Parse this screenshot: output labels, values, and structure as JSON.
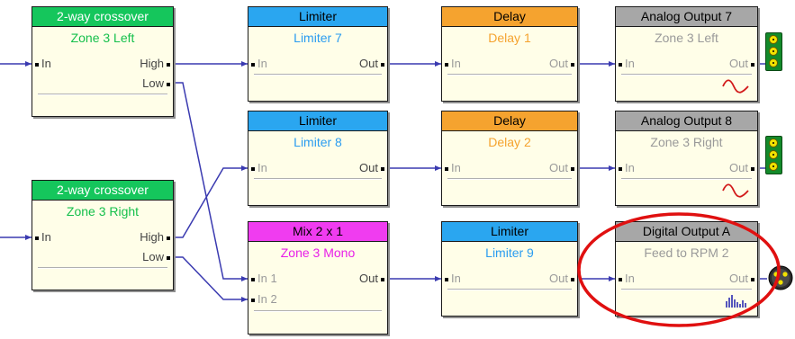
{
  "blocks": {
    "xover1": {
      "title": "2-way crossover",
      "name": "Zone 3 Left",
      "in": "In",
      "out1": "High",
      "out2": "Low"
    },
    "xover2": {
      "title": "2-way crossover",
      "name": "Zone 3 Right",
      "in": "In",
      "out1": "High",
      "out2": "Low"
    },
    "lim7": {
      "title": "Limiter",
      "name": "Limiter 7",
      "in": "In",
      "out": "Out"
    },
    "lim8": {
      "title": "Limiter",
      "name": "Limiter 8",
      "in": "In",
      "out": "Out"
    },
    "lim9": {
      "title": "Limiter",
      "name": "Limiter 9",
      "in": "In",
      "out": "Out"
    },
    "delay1": {
      "title": "Delay",
      "name": "Delay 1",
      "in": "In",
      "out": "Out"
    },
    "delay2": {
      "title": "Delay",
      "name": "Delay 2",
      "in": "In",
      "out": "Out"
    },
    "mix": {
      "title": "Mix 2 x 1",
      "name": "Zone 3 Mono",
      "in1": "In 1",
      "in2": "In 2",
      "out": "Out"
    },
    "ao7": {
      "title": "Analog Output 7",
      "name": "Zone 3 Left",
      "in": "In",
      "out": "Out"
    },
    "ao8": {
      "title": "Analog Output 8",
      "name": "Zone 3 Right",
      "in": "In",
      "out": "Out"
    },
    "doa": {
      "title": "Digital Output A",
      "name": "Feed to RPM 2",
      "in": "In",
      "out": "Out"
    }
  },
  "icons": {
    "analog_wave": "sine-wave-icon",
    "digital_wave": "digital-signal-icon",
    "terminal": "terminal-block-connector-icon",
    "xlr": "xlr-connector-icon"
  },
  "colors": {
    "crossover": "#15c65c",
    "limiter": "#2aa6f0",
    "delay": "#f5a32f",
    "output": "#a7a7a7",
    "mixer": "#f03cf0",
    "wire": "#3a3ab0",
    "highlight": "#e01010"
  }
}
